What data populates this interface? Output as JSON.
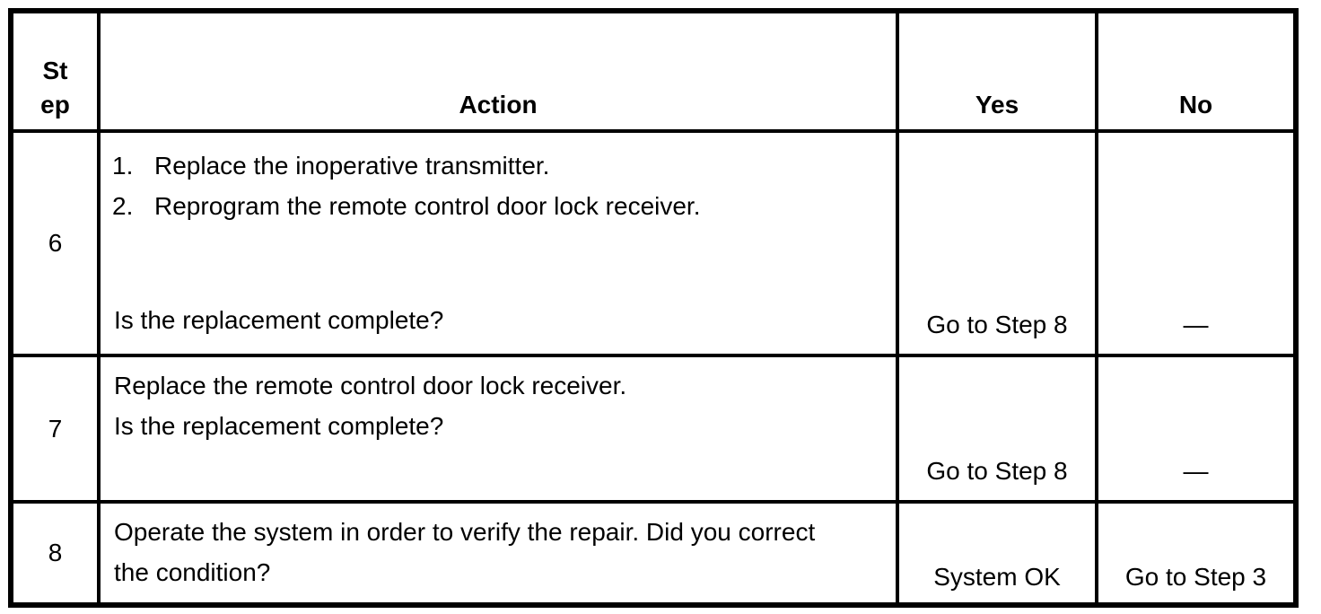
{
  "table": {
    "headers": {
      "step_lines": [
        "St",
        "ep"
      ],
      "action": "Action",
      "yes": "Yes",
      "no": "No"
    },
    "rows": [
      {
        "step": "6",
        "action_items": [
          {
            "num": "1.",
            "text": "Replace the inoperative transmitter."
          },
          {
            "num": "2.",
            "text": "Reprogram the remote control door lock receiver."
          }
        ],
        "question": "Is the replacement complete?",
        "yes": "Go to Step 8",
        "no": "—"
      },
      {
        "step": "7",
        "action_lines": [
          "Replace the remote control door lock receiver.",
          "Is the replacement complete?"
        ],
        "yes": "Go to Step 8",
        "no": "—"
      },
      {
        "step": "8",
        "action_lines": [
          "Operate the system in order to verify the repair. Did you correct",
          "the condition?"
        ],
        "yes": "System OK",
        "no": "Go to Step 3"
      }
    ],
    "colors": {
      "border": "#000000",
      "background": "#ffffff",
      "text": "#000000"
    }
  }
}
